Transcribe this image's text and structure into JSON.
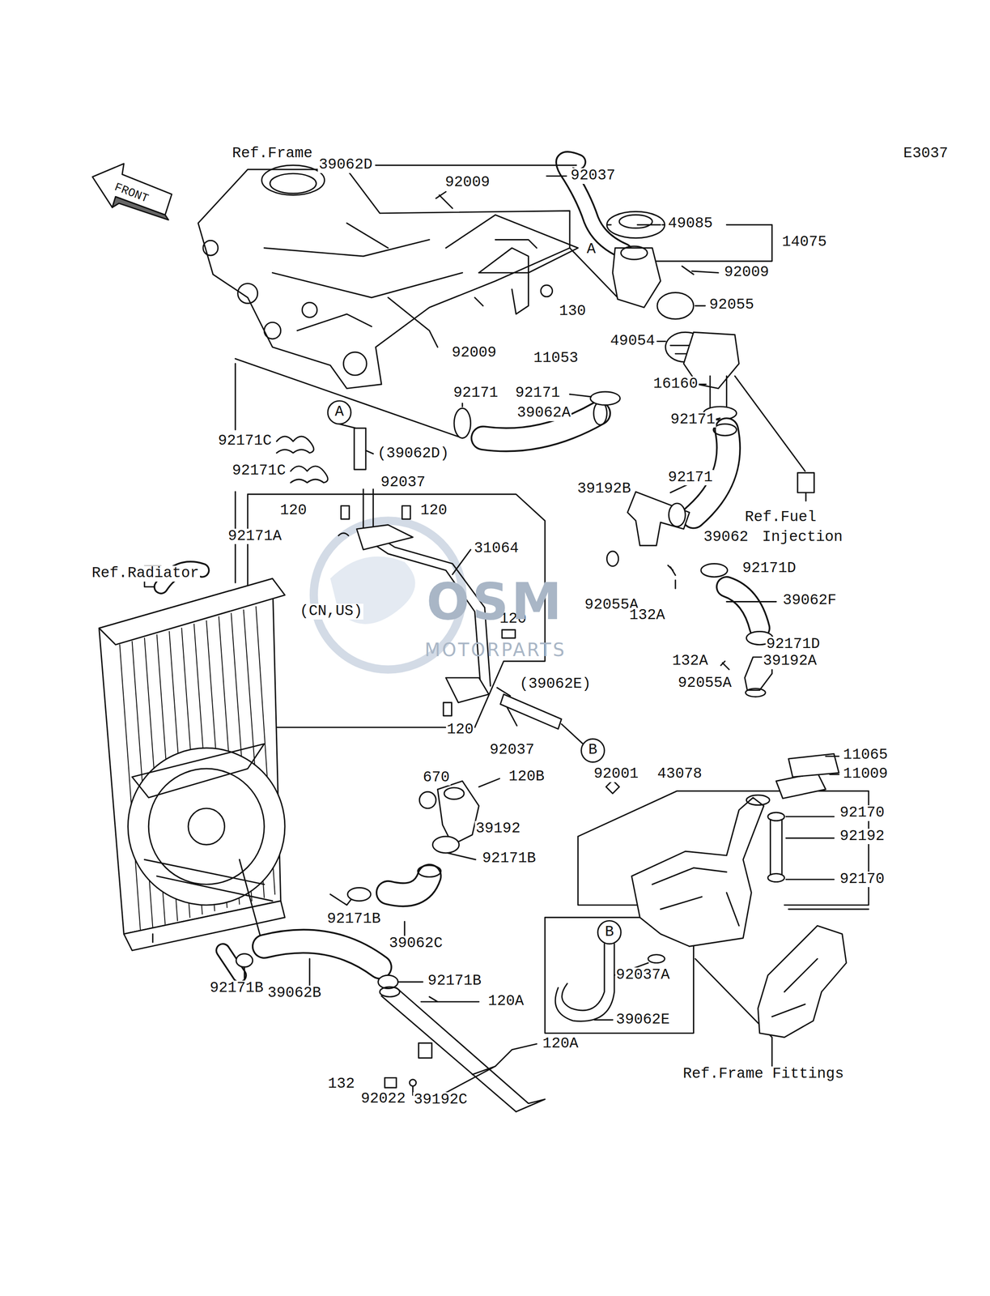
{
  "diagram": {
    "labels": [
      "Ref.Frame",
      "E3037",
      "FRONT",
      "39062D",
      "92037",
      "92009",
      "49085",
      "14075",
      "92009",
      "130",
      "92055",
      "92009",
      "11053",
      "49054",
      "16160",
      "92171",
      "92171",
      "39062A",
      "92171",
      "92171C",
      "(39062D)",
      "92171C",
      "92037",
      "92171",
      "39192B",
      "Ref.Fuel",
      "Injection",
      "120",
      "120",
      "39062",
      "92171A",
      "31064",
      "Ref.Radiator",
      "92171D",
      "(CN,US)",
      "92055A",
      "132A",
      "39062F",
      "120",
      "92171D",
      "132A",
      "39192A",
      "(39062E)",
      "92055A",
      "120",
      "92037",
      "A",
      "A",
      "B",
      "B",
      "11065",
      "670",
      "120B",
      "92001",
      "43078",
      "11009",
      "92170",
      "39192",
      "92192",
      "92171B",
      "92170",
      "92171B",
      "39062C",
      "92171B",
      "92171B",
      "39062B",
      "92037A",
      "120A",
      "39062E",
      "120A",
      "Ref.Frame Fittings",
      "132",
      "92022",
      "39192C",
      "OSM",
      "MOTORPARTS"
    ]
  }
}
